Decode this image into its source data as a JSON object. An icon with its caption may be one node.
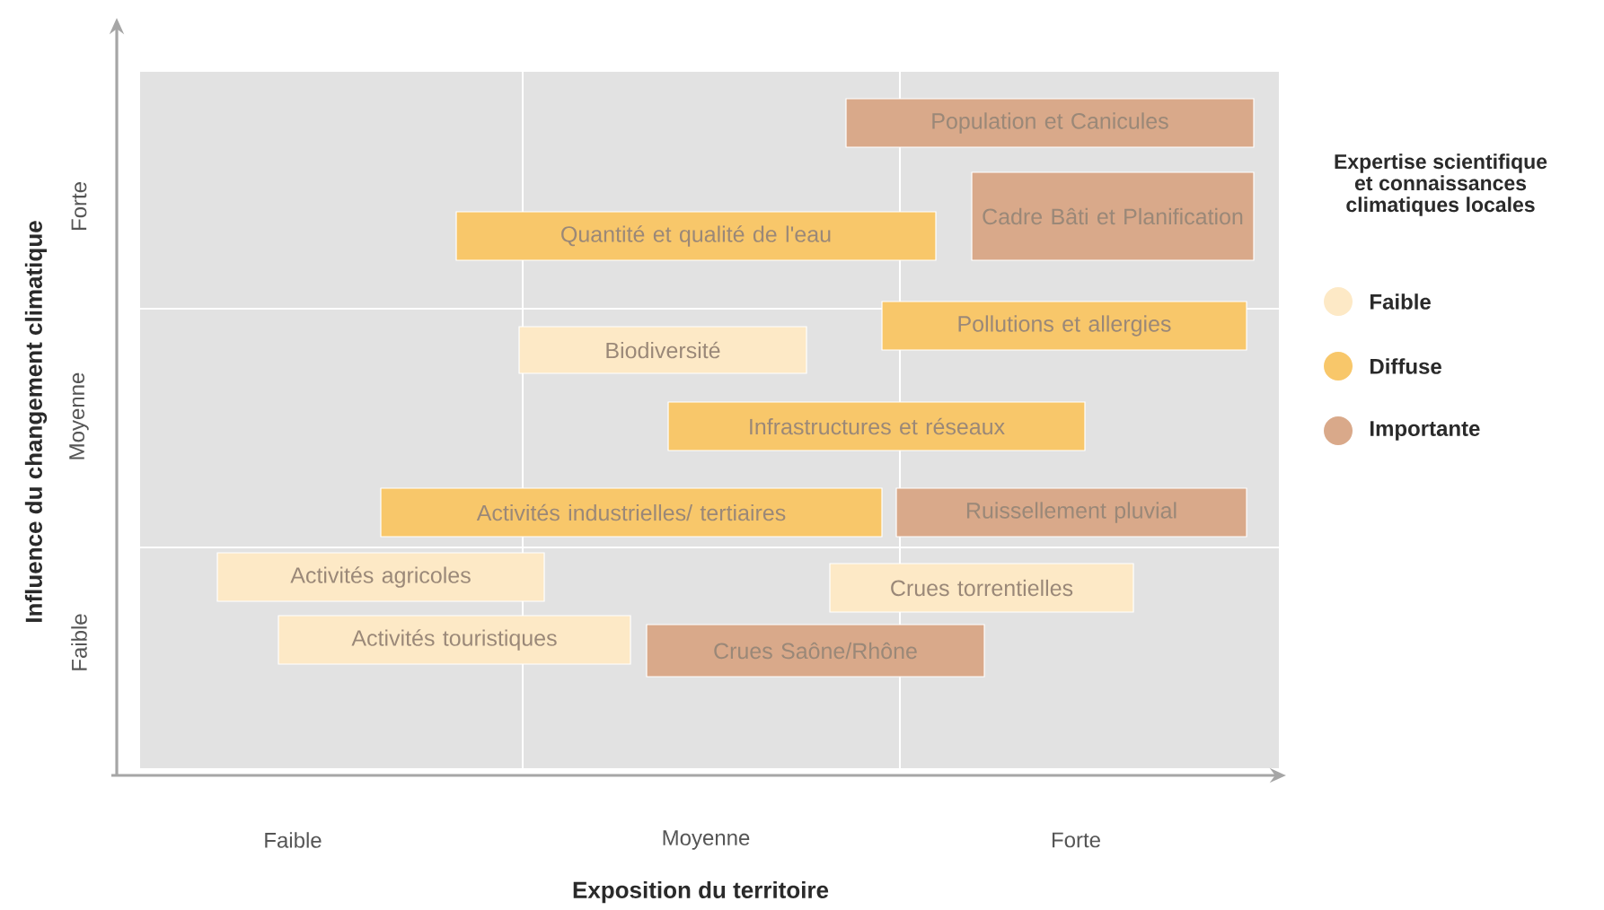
{
  "diagram": {
    "nodes": [
      {
        "text": [
          "Population et Canicules"
        ]
      },
      {
        "text": [
          "Cadre Bâti et Planification"
        ]
      },
      {
        "text": [
          "Quantité et qualité de l'eau"
        ]
      },
      {
        "text": [
          "Pollutions et allergies"
        ]
      },
      {
        "text": [
          "Biodiversité"
        ]
      },
      {
        "text": [
          "Infrastructures et réseaux"
        ]
      },
      {
        "text": [
          "Activités industrielles/ tertiaires"
        ]
      },
      {
        "text": [
          "Ruissellement pluvial"
        ]
      },
      {
        "text": [
          "Activités agricoles"
        ]
      },
      {
        "text": [
          "Crues torrentielles"
        ]
      },
      {
        "text": [
          "Activités touristiques"
        ]
      },
      {
        "text": [
          "Crues Saône/Rhône"
        ]
      }
    ],
    "labels": [
      "Influence du changement climatique",
      "Forte",
      "Moyenne",
      "Faible",
      "Expertise scientifique et connaissances climatiques locales",
      "Faible",
      "Moyenne",
      "Forte",
      "Exposition du territoire"
    ],
    "legend": [
      {
        "text": "Faible",
        "color": "#fde9c6"
      },
      {
        "text": "Diffuse",
        "color": "#f8c76a"
      },
      {
        "text": "Importante",
        "color": "#d9a98a"
      }
    ]
  }
}
